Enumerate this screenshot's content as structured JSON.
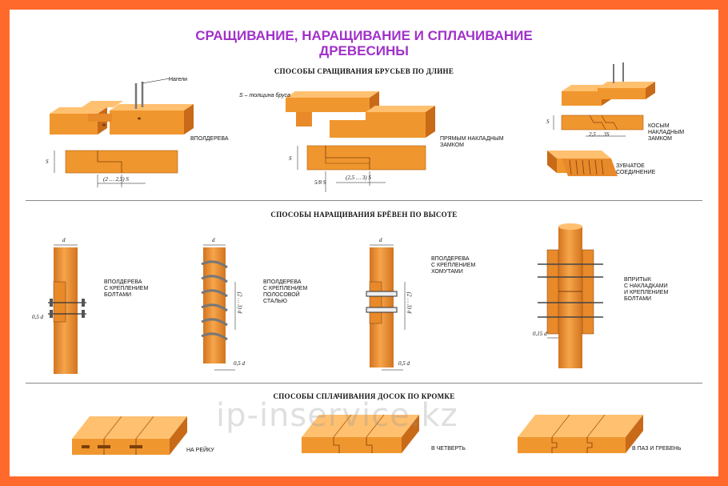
{
  "title": {
    "line1": "СРАЩИВАНИЕ, НАРАЩИВАНИЕ И СПЛАЧИВАНИЕ",
    "line2": "ДРЕВЕСИНЫ"
  },
  "section1": {
    "heading": "СПОСОБЫ СРАЩИВАНИЯ БРУСЬЕВ ПО ДЛИНЕ",
    "nageli": "Нагели",
    "s_note": "S – толщина бруса",
    "half_lap": "ВПОЛДЕРЕВА",
    "half_lap_dim": "(2 … 2,5) S",
    "s_symbol": "S",
    "lock": "ПРЯМЫМ НАКЛАДНЫМ\nЗАМКОМ",
    "lock_dim": "(2,5 … 3) S",
    "lock_dim_v": "5/8 S",
    "oblique": "КОСЫМ\nНАКЛАДНЫМ\nЗАМКОМ",
    "oblique_dim": "2,5 … 3S",
    "toothed": "ЗУБЧАТОЕ\nСОЕДИНЕНИЕ"
  },
  "section2": {
    "heading": "СПОСОБЫ НАРАЩИВАНИЯ БРЁВЕН ПО ВЫСОТЕ",
    "d": "d",
    "m1": "ВПОЛДЕРЕВА\nС КРЕПЛЕНИЕМ\nБОЛТАМИ",
    "m1_dim": "0,5 d",
    "m2": "ВПОЛДЕРЕВА\nС КРЕПЛЕНИЕМ\nПОЛОСОВОЙ\nСТАЛЬЮ",
    "m2_dim": "0,5 d",
    "m2_dim_v": "(2 … 3) d",
    "m3": "ВПОЛДЕРЕВА\nС КРЕПЛЕНИЕМ\nХОМУТАМИ",
    "m3_dim": "0,5 d",
    "m3_dim_v": "(2 … 3) d",
    "m4": "ВПРИТЫК\nС НАКЛАДКАМИ\nИ КРЕПЛЕНИЕМ\nБОЛТАМИ",
    "m4_dim": "0,15 d"
  },
  "section3": {
    "heading": "СПОСОБЫ СПЛАЧИВАНИЯ ДОСОК ПО КРОМКЕ",
    "rail": "НА РЕЙКУ",
    "quarter": "В ЧЕТВЕРТЬ",
    "tongue": "В ПАЗ И ГРЕБЕНЬ"
  },
  "watermark": "ip-inservice.kz",
  "colors": {
    "frame": "#ff6a2c",
    "wood": "#f0962e",
    "wood_dark": "#c86a18",
    "wood_light": "#ffc070",
    "title": "#a131c9"
  }
}
